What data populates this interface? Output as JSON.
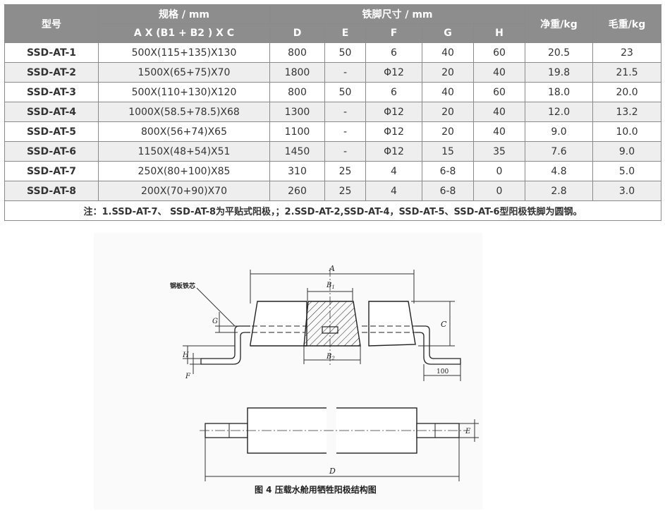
{
  "table": {
    "headers": {
      "model": "型号",
      "spec": "规格 / mm",
      "spec_sub": "A X (B1 + B2 ) X C",
      "foot": "铁脚尺寸 / mm",
      "foot_cols": [
        "D",
        "E",
        "F",
        "G",
        "H"
      ],
      "net": "净重/kg",
      "gross": "毛重/kg"
    },
    "rows": [
      {
        "model": "SSD-AT-1",
        "spec": "500X(115+135)X130",
        "D": "800",
        "E": "50",
        "F": "6",
        "G": "40",
        "H": "60",
        "net": "20.5",
        "gross": "23"
      },
      {
        "model": "SSD-AT-2",
        "spec": "1500X(65+75)X70",
        "D": "1800",
        "E": "-",
        "F": "Φ12",
        "G": "20",
        "H": "40",
        "net": "19.8",
        "gross": "21.5"
      },
      {
        "model": "SSD-AT-3",
        "spec": "500X(110+130)X120",
        "D": "800",
        "E": "50",
        "F": "6",
        "G": "40",
        "H": "60",
        "net": "18.0",
        "gross": "20.0"
      },
      {
        "model": "SSD-AT-4",
        "spec": "1000X(58.5+78.5)X68",
        "D": "1300",
        "E": "-",
        "F": "Φ12",
        "G": "20",
        "H": "40",
        "net": "12.0",
        "gross": "13.2"
      },
      {
        "model": "SSD-AT-5",
        "spec": "800X(56+74)X65",
        "D": "1100",
        "E": "-",
        "F": "Φ12",
        "G": "20",
        "H": "40",
        "net": "9.0",
        "gross": "10.0"
      },
      {
        "model": "SSD-AT-6",
        "spec": "1150X(48+54)X51",
        "D": "1450",
        "E": "-",
        "F": "Φ12",
        "G": "15",
        "H": "35",
        "net": "7.6",
        "gross": "9.0"
      },
      {
        "model": "SSD-AT-7",
        "spec": "250X(80+100)X85",
        "D": "310",
        "E": "25",
        "F": "4",
        "G": "6-8",
        "H": "0",
        "net": "4.8",
        "gross": "5.0"
      },
      {
        "model": "SSD-AT-8",
        "spec": "200X(70+90)X70",
        "D": "260",
        "E": "25",
        "F": "4",
        "G": "6-8",
        "H": "0",
        "net": "2.8",
        "gross": "3.0"
      }
    ],
    "note": "注：1.SSD-AT-7、 SSD-AT-8为平贴式阳极，；2.SSD-AT-2,SSD-AT-4，SSD-AT-5、SSD-AT-6型阳极铁脚为圆钢。"
  },
  "figure": {
    "label_steel": "钢板铁芯",
    "dim_A": "A",
    "dim_B1": "B",
    "dim_B1_sub": "1",
    "dim_B2": "B",
    "dim_B2_sub": "2",
    "dim_C": "C",
    "dim_G": "G",
    "dim_H": "H",
    "dim_F": "F",
    "dim_100": "100",
    "dim_D": "D",
    "dim_E": "E",
    "caption": "图 4   压载水舱用牺牲阳极结构图"
  }
}
